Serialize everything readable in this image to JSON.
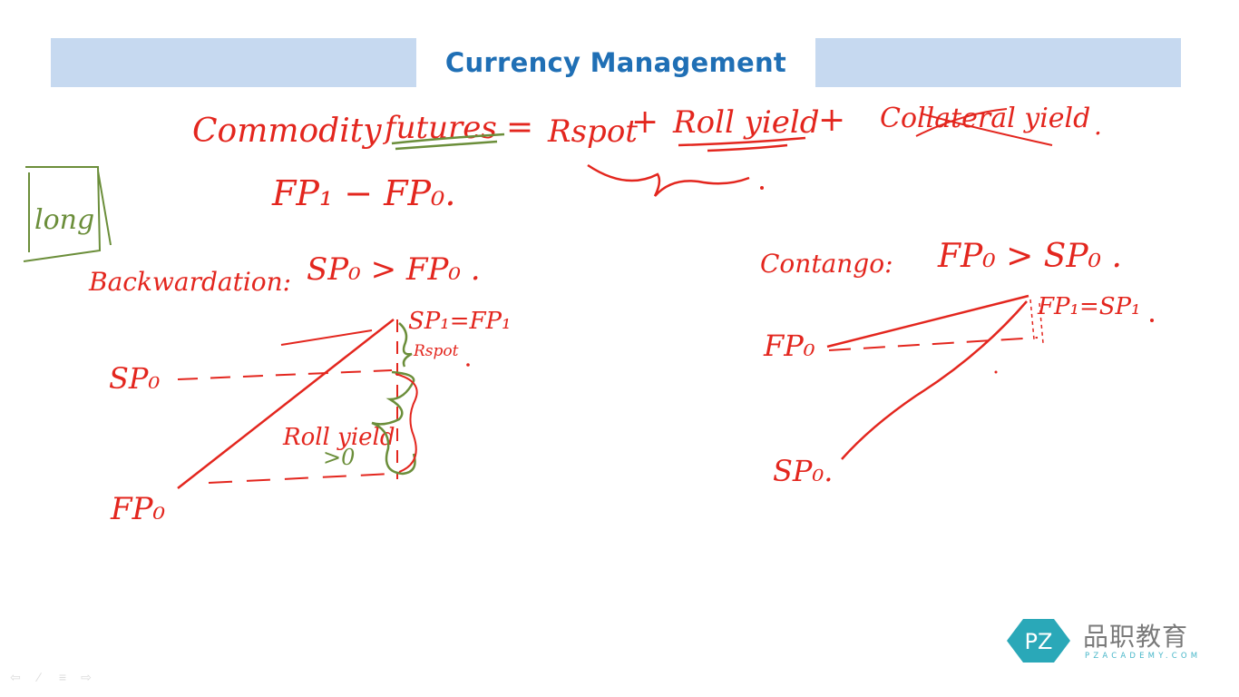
{
  "slide": {
    "title": "Currency Management"
  },
  "colors": {
    "ink_red": "#e3261e",
    "ink_green": "#6b8e3a",
    "title_band": "#c6d9f0",
    "title_text": "#1f6fb5",
    "logo_teal": "#2aa8b8"
  },
  "handwriting": {
    "formula": {
      "lhs_word1": "Commodity",
      "lhs_word2": "futures",
      "equals": "=",
      "r_spot": "Rspot",
      "plus1": "+",
      "roll_yield": "Roll yield",
      "plus2": "+",
      "collateral_yield": "Collateral yield",
      "dot": "."
    },
    "fp_diff": "FP₁ − FP₀.",
    "long_box": "long",
    "backwardation": {
      "label": "Backwardation:",
      "condition": "SP₀ > FP₀ .",
      "sp1_fp1": "SP₁=FP₁",
      "rspot": "Rspot",
      "sp0": "SP₀",
      "fp0": "FP₀",
      "roll_yield": "Roll yield",
      "gt_zero": ">0"
    },
    "contango": {
      "label": "Contango:",
      "condition": "FP₀ > SP₀ .",
      "fp1_sp1": "FP₁=SP₁",
      "fp0": "FP₀",
      "sp0": "SP₀."
    }
  },
  "logo": {
    "monogram": "PZ",
    "cn_name": "品职教育",
    "en_name": "PZACADEMY.COM"
  },
  "nav": {
    "prev_icon": "⇦",
    "pen_icon": "∕",
    "menu_icon": "≡",
    "next_icon": "⇨"
  }
}
